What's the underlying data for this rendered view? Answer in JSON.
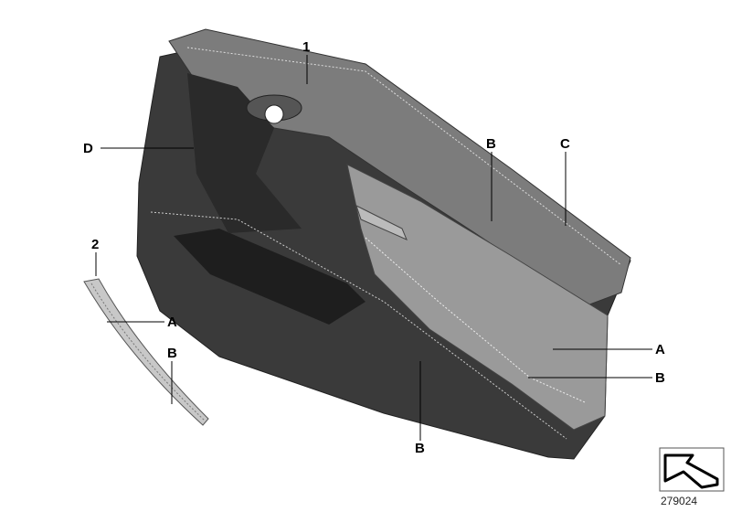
{
  "diagram": {
    "callouts": [
      {
        "id": "part-1",
        "text": "1"
      },
      {
        "id": "D",
        "text": "D"
      },
      {
        "id": "B-upper",
        "text": "B"
      },
      {
        "id": "C",
        "text": "C"
      },
      {
        "id": "part-2",
        "text": "2"
      },
      {
        "id": "A-handle",
        "text": "A"
      },
      {
        "id": "B-handle",
        "text": "B"
      },
      {
        "id": "A-armrest",
        "text": "A"
      },
      {
        "id": "B-armrest",
        "text": "B"
      },
      {
        "id": "B-lower",
        "text": "B"
      }
    ],
    "reference_number": "279024",
    "reference_icon": "arrow-symbol-icon"
  }
}
